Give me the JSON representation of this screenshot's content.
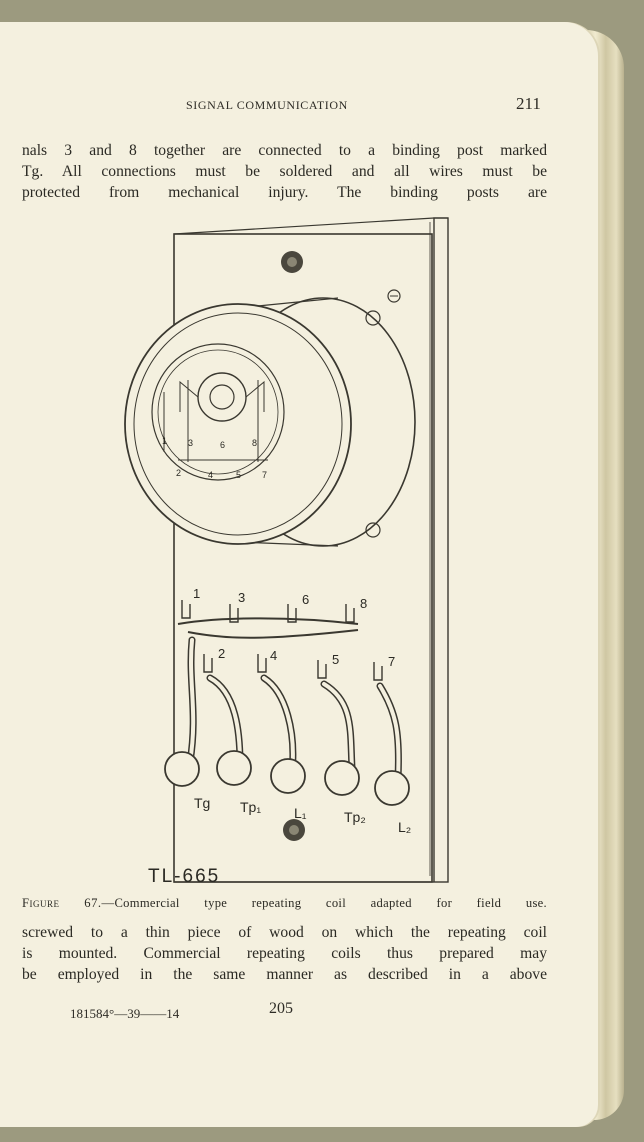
{
  "header": {
    "title": "SIGNAL COMMUNICATION",
    "page_number": "211"
  },
  "paragraph_top": {
    "lines": [
      "nals 3 and 8 together are connected to a binding post marked",
      "Tg.  All connections must be soldered and all wires must be",
      "protected from mechanical injury.  The binding posts are"
    ]
  },
  "figure": {
    "model_label": "TL-665",
    "inner_terminal_numbers": [
      "1",
      "3",
      "6",
      "8",
      "2",
      "4",
      "5",
      "7"
    ],
    "lug_numbers": [
      "1",
      "3",
      "6",
      "8",
      "2",
      "4",
      "5",
      "7"
    ],
    "post_labels": [
      "Tg",
      "Tp₁",
      "L₁",
      "Tp₂",
      "L₂"
    ]
  },
  "caption": {
    "label": "Figure 67.",
    "text": "—Commercial type repeating coil adapted for field use."
  },
  "paragraph_bottom": {
    "lines": [
      "screwed to a thin piece of wood on which the repeating coil",
      "is mounted.  Commercial repeating coils thus prepared may",
      "be employed in the same manner as described in a above"
    ]
  },
  "footer": {
    "signature": "181584°—39——14",
    "page_number": "205"
  }
}
